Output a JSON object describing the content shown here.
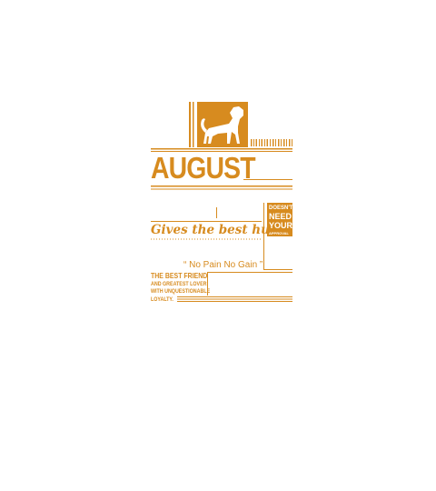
{
  "design": {
    "month": "AUGUST",
    "tagline": "Gives the best hugs",
    "stamp": [
      "DOESN'T",
      "NEED",
      "YOUR",
      "APPROVAL"
    ],
    "quote": "“ No Pain No Gain ”",
    "friend_lines": [
      "THE BEST FRIEND",
      "AND GREATEST LOVER",
      "WITH UNQUESTIONABLE",
      "LOYALTY."
    ]
  },
  "colors": {
    "accent": "#d78b1f",
    "background": "#ffffff"
  },
  "icons": {
    "emblem": "lion-icon"
  }
}
